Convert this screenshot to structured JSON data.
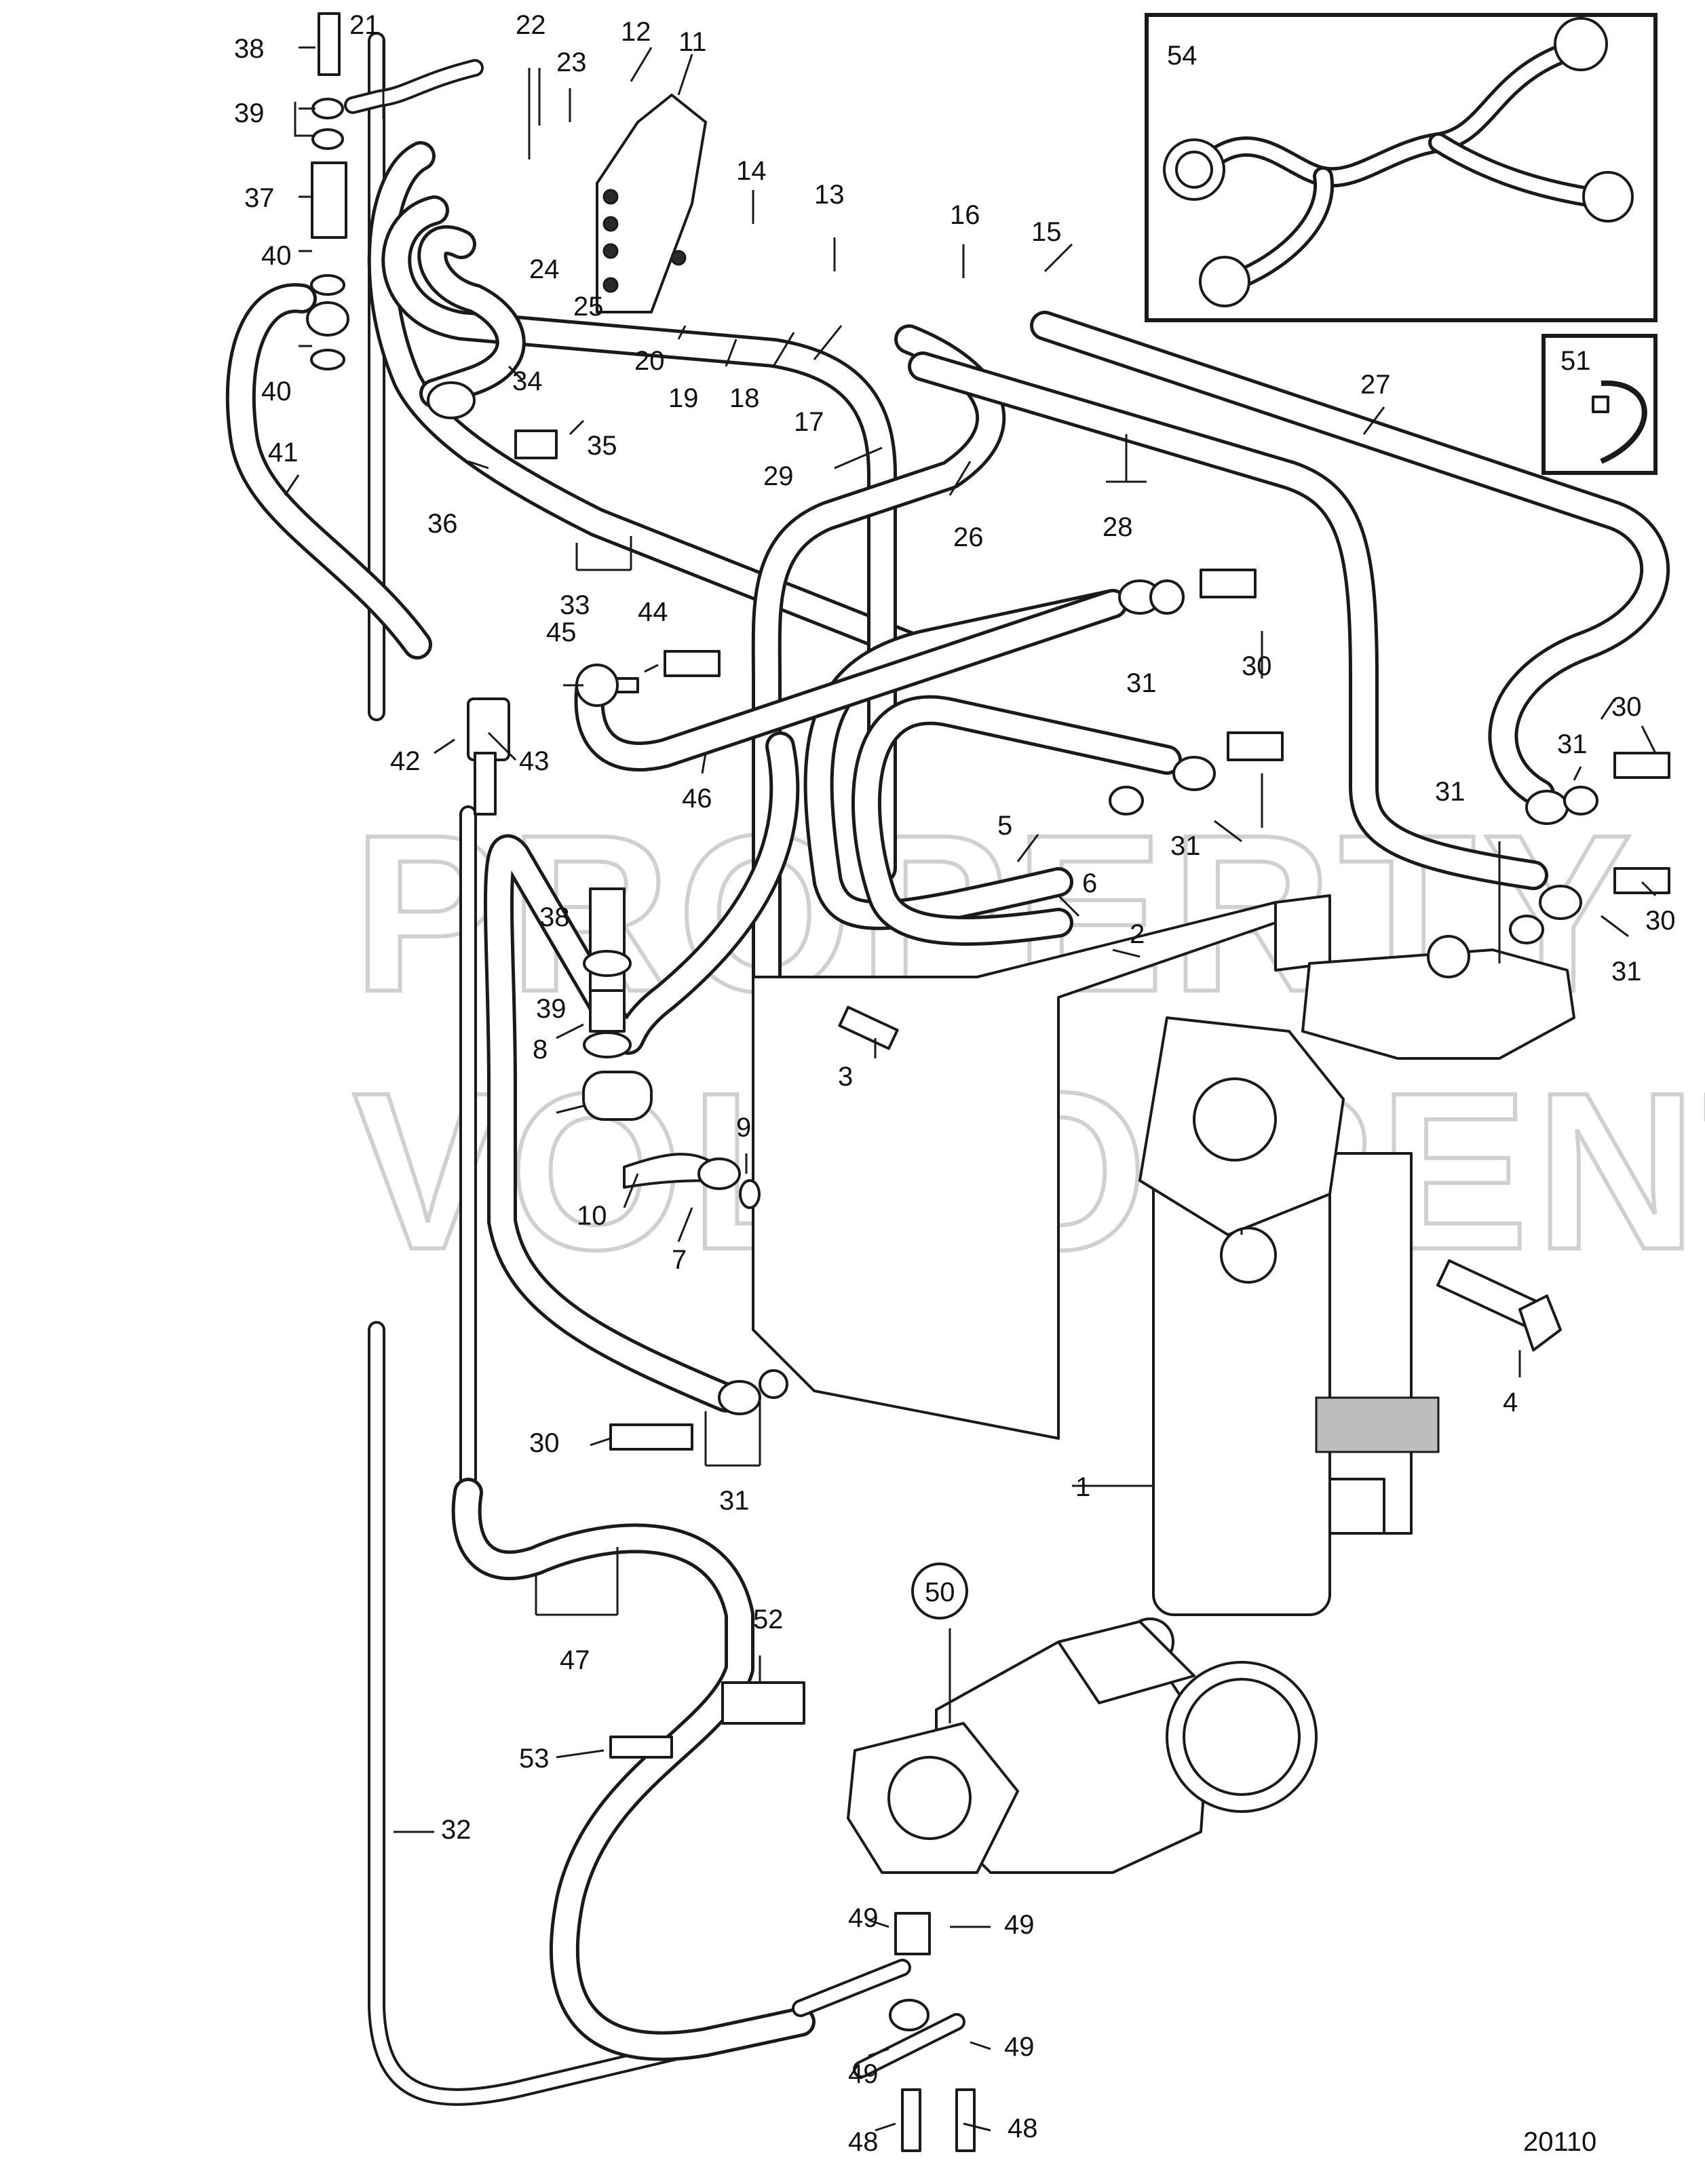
{
  "diagram_id": "20110",
  "watermark": [
    "PROPERTY OF",
    "VOLVO PENTA"
  ],
  "callouts": {
    "c1": "1",
    "c2": "2",
    "c3": "3",
    "c4": "4",
    "c5": "5",
    "c6": "6",
    "c7": "7",
    "c8": "8",
    "c9": "9",
    "c10": "10",
    "c11": "11",
    "c12": "12",
    "c13": "13",
    "c14": "14",
    "c15": "15",
    "c16": "16",
    "c17": "17",
    "c18": "18",
    "c19": "19",
    "c20": "20",
    "c21": "21",
    "c22": "22",
    "c23": "23",
    "c24": "24",
    "c25": "25",
    "c26": "26",
    "c27": "27",
    "c28": "28",
    "c29": "29",
    "c30": "30",
    "c31": "31",
    "c32": "32",
    "c33": "33",
    "c34": "34",
    "c35": "35",
    "c36": "36",
    "c37": "37",
    "c38": "38",
    "c39": "39",
    "c40": "40",
    "c41": "41",
    "c42": "42",
    "c43": "43",
    "c44": "44",
    "c45": "45",
    "c46": "46",
    "c47": "47",
    "c48": "48",
    "c49": "49",
    "c50": "50",
    "c51": "51",
    "c52": "52",
    "c53": "53",
    "c54": "54"
  }
}
